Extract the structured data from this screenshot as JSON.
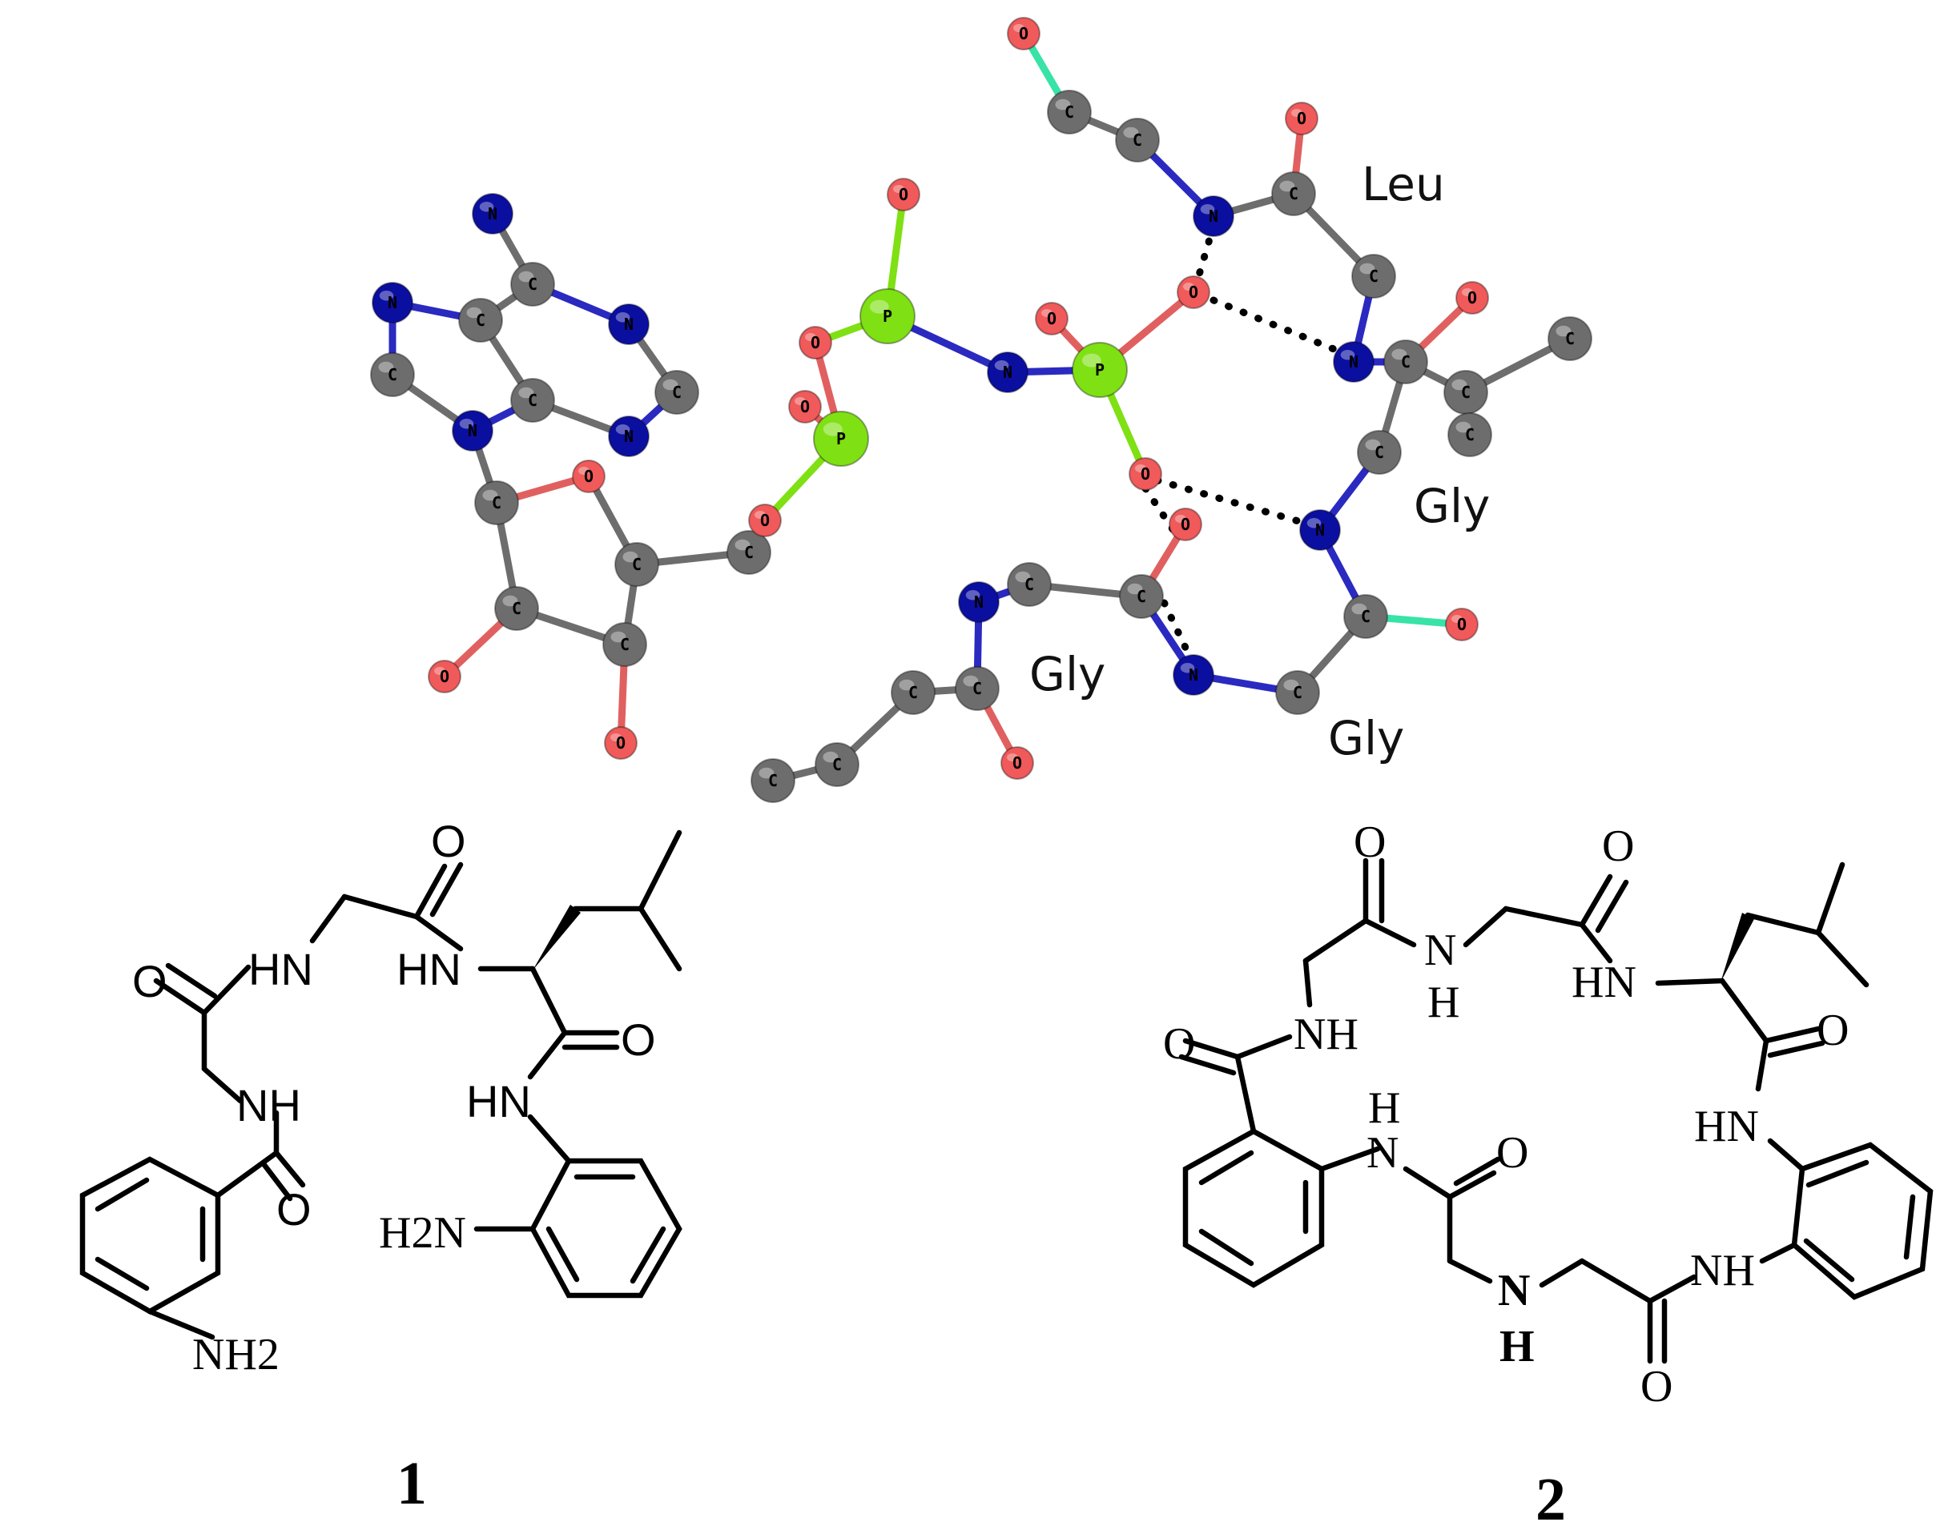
{
  "figure": {
    "ball_and_stick_model": {
      "residue_labels": [
        "Leu",
        "Gly",
        "Gly",
        "Gly"
      ],
      "element_colors": {
        "C": "#6d6d6d",
        "N": "#0b0fa0",
        "O": "#f05a5a",
        "P": "#7fe014",
        "F": "#37e3a6"
      }
    },
    "compound_1": {
      "number": "1",
      "atom_labels": [
        "O",
        "HN",
        "HN",
        "O",
        "NH",
        "O",
        "HN",
        "H2N",
        "NH2"
      ]
    },
    "compound_2": {
      "number": "2",
      "atom_labels": [
        "O",
        "O",
        "N",
        "H",
        "HN",
        "O",
        "NH",
        "O",
        "HN",
        "H",
        "N",
        "O",
        "NH",
        "N",
        "H",
        "O"
      ]
    }
  }
}
